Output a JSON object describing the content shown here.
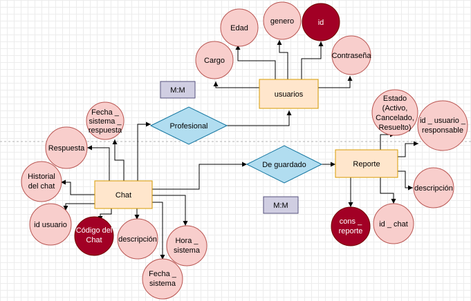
{
  "colors": {
    "attribute_fill": "#f8cecc",
    "attribute_stroke": "#b85450",
    "key_fill": "#a20025",
    "key_stroke": "#6f0000",
    "entity_fill": "#ffe6cc",
    "entity_stroke": "#d79b00",
    "relation_fill": "#b1ddf0",
    "relation_stroke": "#10739e",
    "note_fill": "#d0cee2",
    "note_stroke": "#56517e"
  },
  "entities": {
    "usuarios": "usuarios",
    "chat": "Chat",
    "reporte": "Reporte"
  },
  "relations": {
    "profesional": "Profesional",
    "de_guardado": "De guardado"
  },
  "cardinality": {
    "profesional": "M:M",
    "de_guardado": "M:M"
  },
  "attributes": {
    "edad": [
      "Edad"
    ],
    "genero": [
      "genero"
    ],
    "id": [
      "id"
    ],
    "cargo": [
      "Cargo"
    ],
    "contrasena": [
      "Contraseña"
    ],
    "fecha_sistema_respuesta": [
      "Fecha _",
      "sistema _",
      "respuesta"
    ],
    "respuesta": [
      "Respuesta"
    ],
    "historial": [
      "Historial",
      "del chat"
    ],
    "id_usuario": [
      "id usuario"
    ],
    "codigo_chat": [
      "Código del",
      "Chat"
    ],
    "descripcion_chat": [
      "descripción"
    ],
    "hora_sistema": [
      "Hora _",
      "sistema"
    ],
    "fecha_sistema": [
      "Fecha _",
      "sistema"
    ],
    "estado": [
      "Estado",
      "(Activo,",
      "Cancelado,",
      "Resuelto)"
    ],
    "id_usuario_responsable": [
      "id _ usuario _",
      "responsable"
    ],
    "descripcion_reporte": [
      "descripción"
    ],
    "cons_reporte": [
      "cons _",
      "reporte"
    ],
    "id_chat": [
      "id _ chat"
    ]
  }
}
